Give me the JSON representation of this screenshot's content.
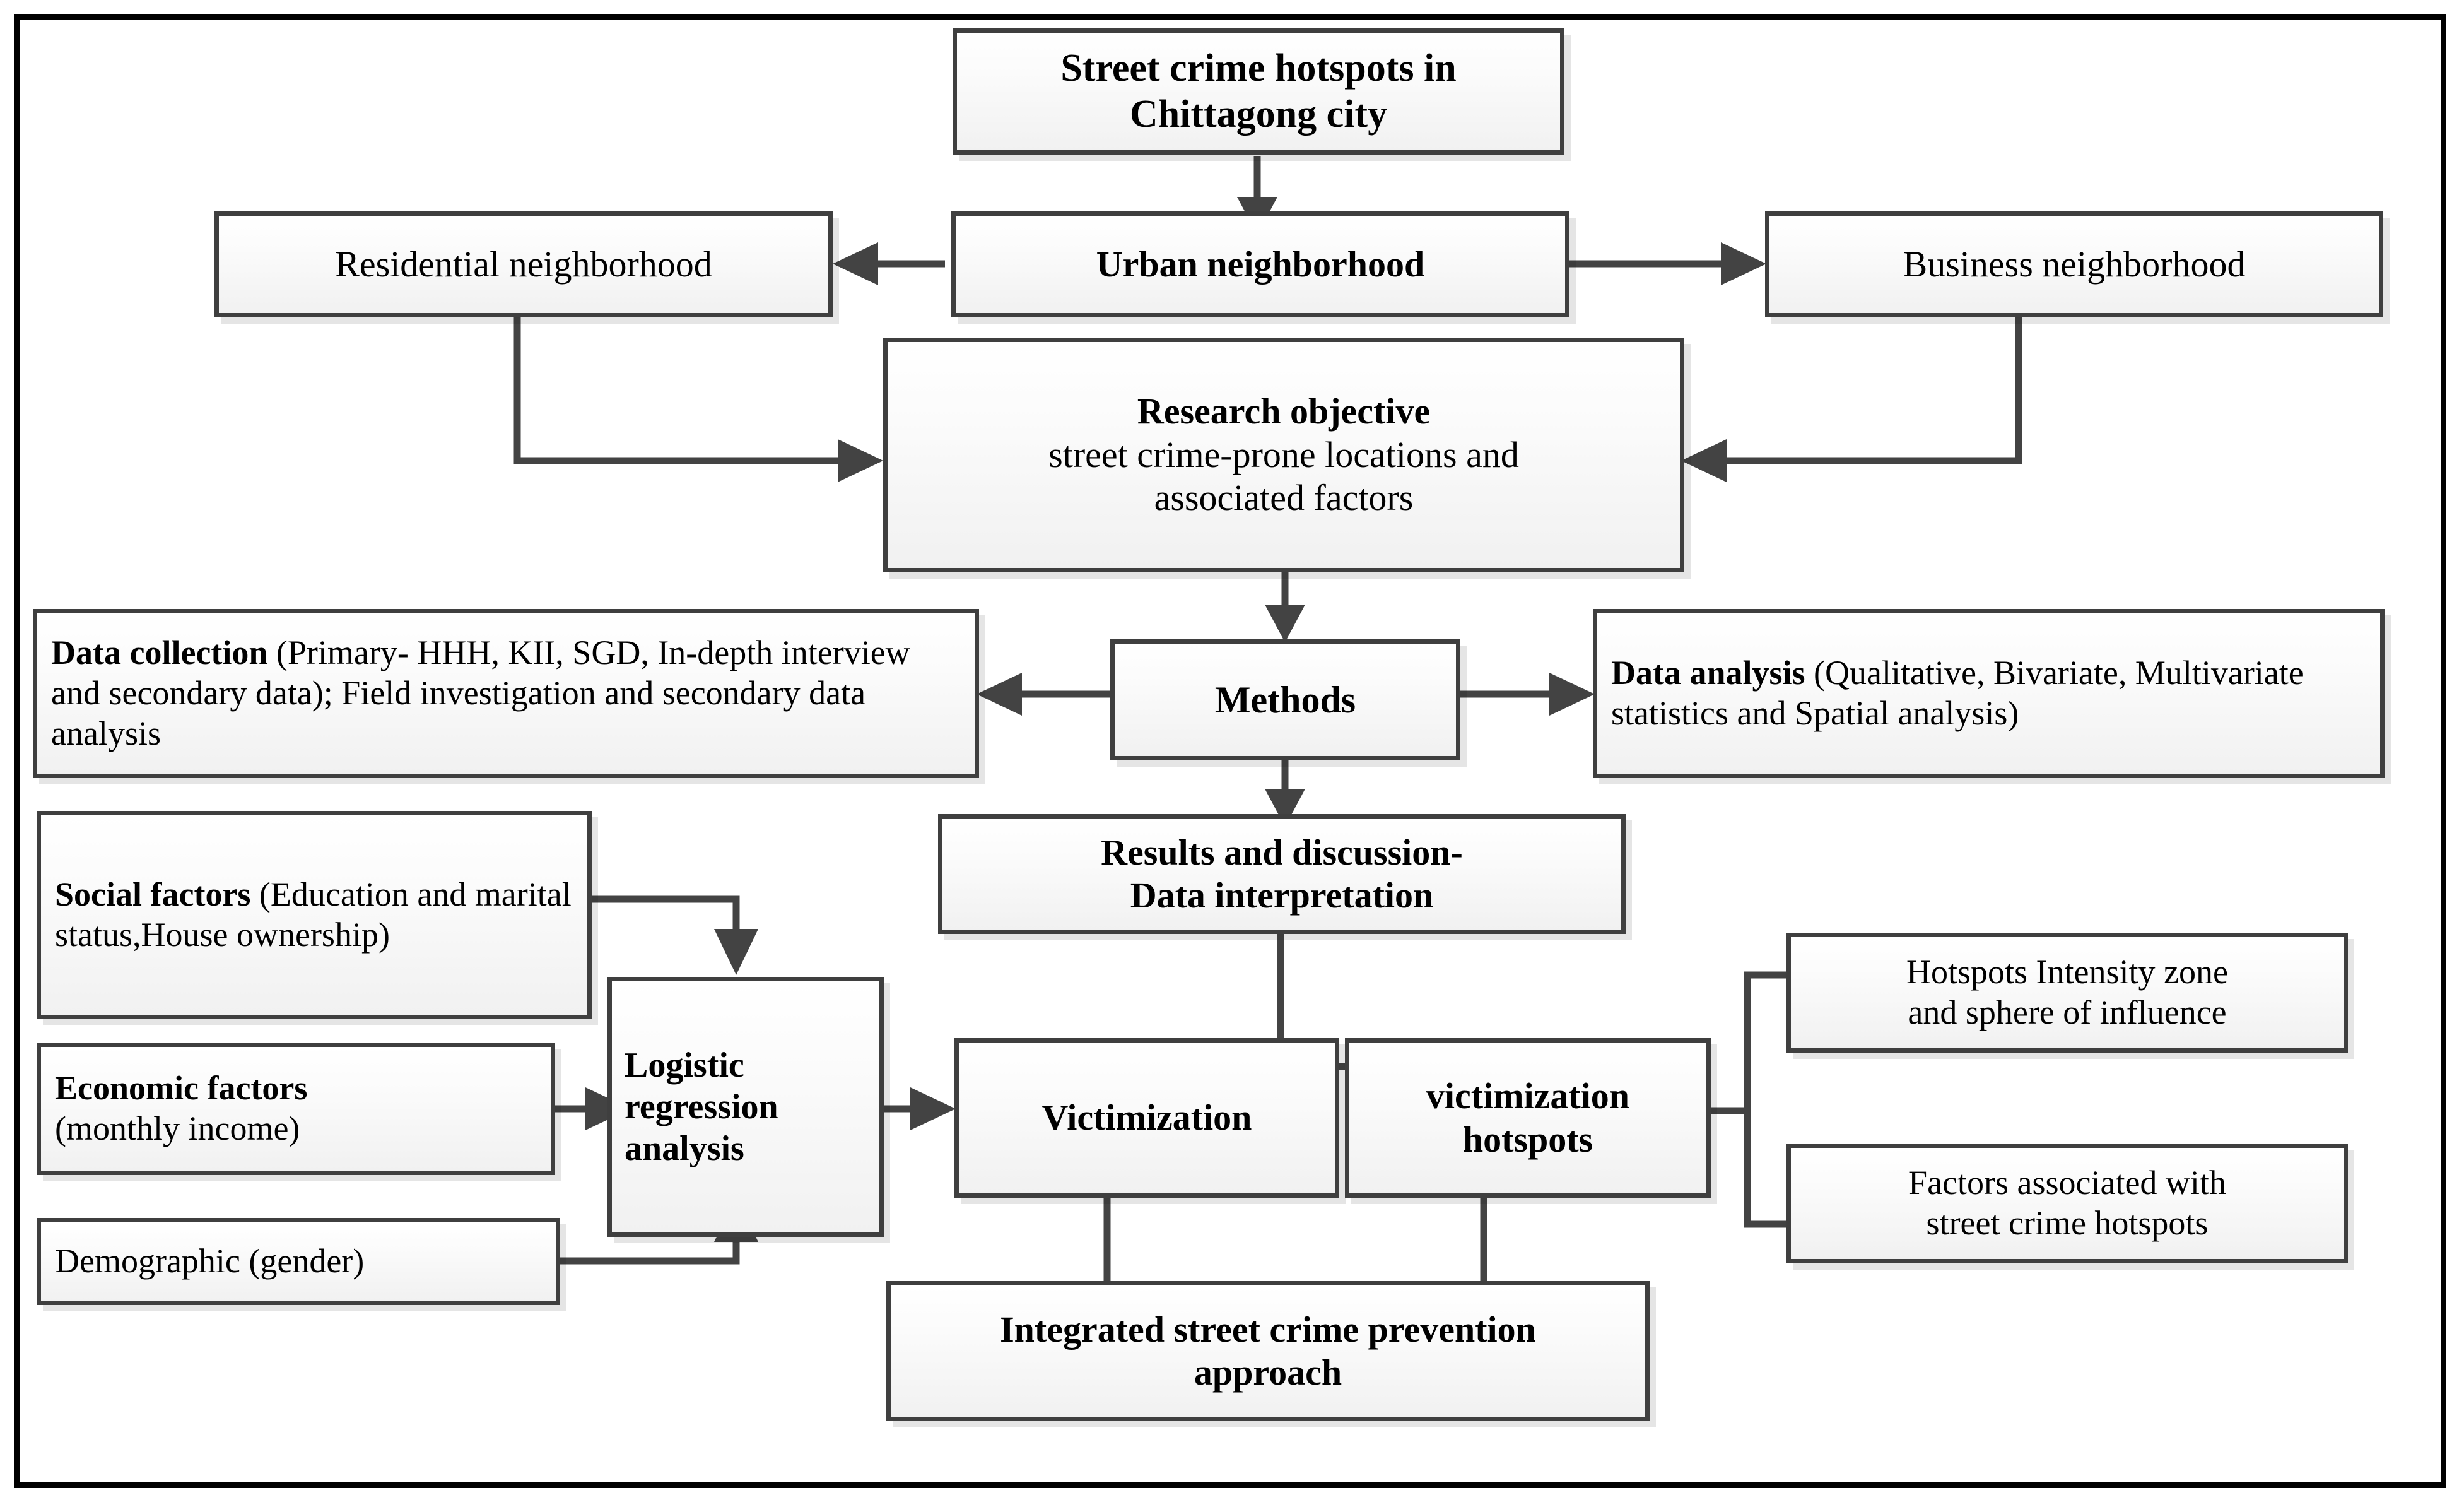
{
  "figure": {
    "type": "flowchart",
    "title": "Street crime hotspots research framework",
    "border_color": "#000000",
    "node_border_color": "#3f3f3f",
    "connector_color": "#434343"
  },
  "nodes": {
    "title_box": {
      "line1": "Street crime hotspots in",
      "line2": "Chittagong city"
    },
    "residential": {
      "label": "Residential neighborhood"
    },
    "urban": {
      "label": "Urban neighborhood"
    },
    "business": {
      "label": "Business neighborhood"
    },
    "research_objective": {
      "heading": "Research objective",
      "line1": "street crime-prone locations and",
      "line2": "associated factors"
    },
    "data_collection": {
      "heading": "Data collection",
      "body": " (Primary- HHH, KII, SGD, In-depth interview and secondary data); Field investigation and secondary data analysis"
    },
    "methods": {
      "label": "Methods"
    },
    "data_analysis": {
      "heading": "Data analysis",
      "body": " (Qualitative, Bivariate, Multivariate statistics and Spatial analysis)"
    },
    "results": {
      "line1": "Results and discussion-",
      "line2": "Data interpretation"
    },
    "social_factors": {
      "heading": "Social factors",
      "body": " (Education and marital status,House ownership)"
    },
    "economic_factors": {
      "heading": "Economic factors",
      "body": "(monthly income)"
    },
    "demographic": {
      "label": "Demographic (gender)"
    },
    "logistic": {
      "line1": "Logistic",
      "line2": "regression",
      "line3": "analysis"
    },
    "victimization": {
      "label": "Victimization"
    },
    "victimization_hotspots": {
      "line1": "victimization",
      "line2": "hotspots"
    },
    "hotspots_intensity": {
      "line1": "Hotspots Intensity zone",
      "line2": "and sphere  of influence"
    },
    "factors_associated": {
      "line1": "Factors associated with",
      "line2": "street crime hotspots"
    },
    "integrated": {
      "line1": "Integrated street crime prevention",
      "line2": "approach"
    }
  }
}
